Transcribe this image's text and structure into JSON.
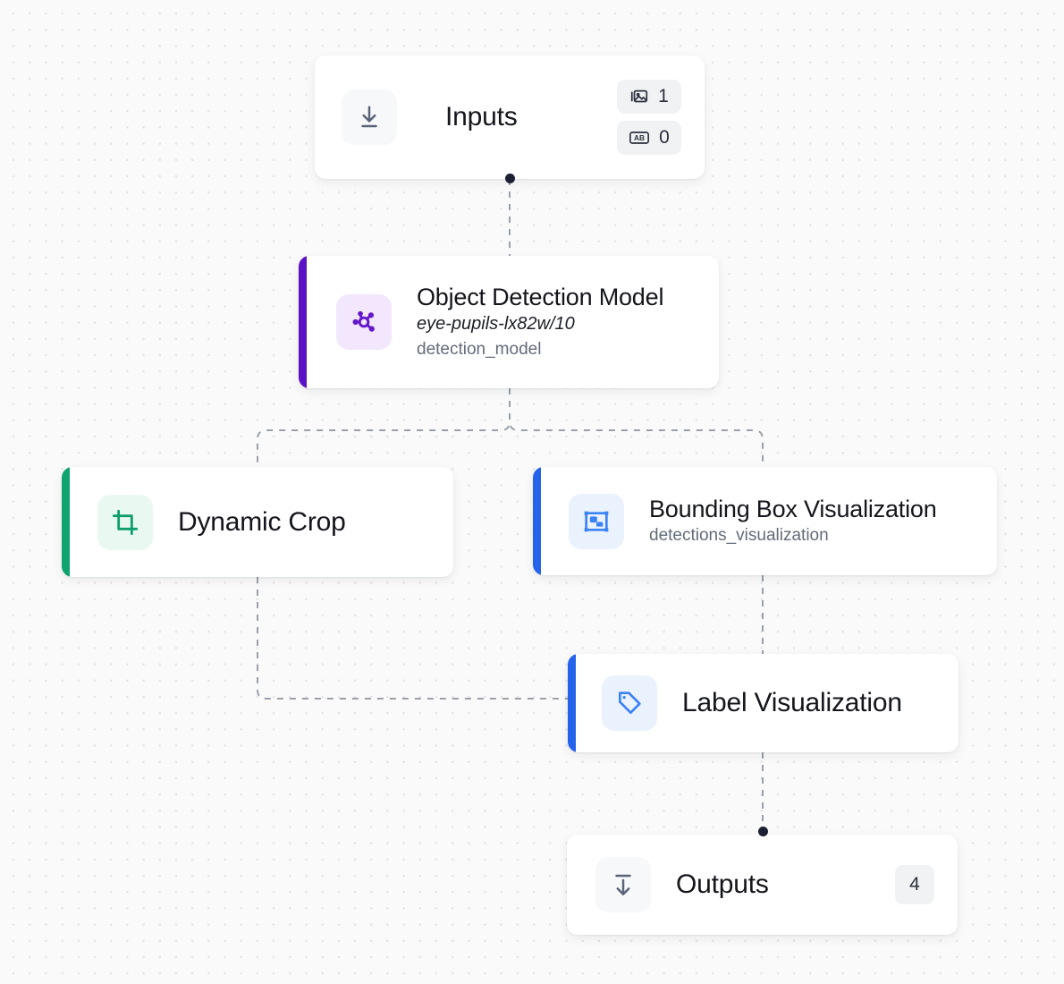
{
  "canvas": {
    "background_color": "#fafafa",
    "dot_color": "#e3e3e6"
  },
  "nodes": [
    {
      "id": "inputs",
      "data_name": "node-inputs",
      "title": "Inputs",
      "icon": "download-icon",
      "icon_color": "#5a6478",
      "icon_bg": "#f7f8fa",
      "accent_color": null,
      "badges": [
        {
          "icon": "image-icon",
          "label": "1"
        },
        {
          "icon": "ab-text-icon",
          "label": "0"
        }
      ]
    },
    {
      "id": "object-detection-model",
      "data_name": "node-object-detection-model",
      "title": "Object Detection Model",
      "subtitle": "eye-pupils-lx82w/10",
      "output_name": "detection_model",
      "icon": "model-hub-icon",
      "icon_color": "#6417c9",
      "icon_bg": "#f3e7fd",
      "accent_color": "#5b12c4"
    },
    {
      "id": "dynamic-crop",
      "data_name": "node-dynamic-crop",
      "title": "Dynamic Crop",
      "icon": "crop-icon",
      "icon_color": "#0f9d6e",
      "icon_bg": "#e9f9f1",
      "accent_color": "#0ea36f"
    },
    {
      "id": "bounding-box-visualization",
      "data_name": "node-bounding-box-visualization",
      "title": "Bounding Box Visualization",
      "output_name": "detections_visualization",
      "icon": "bounding-box-icon",
      "icon_color": "#3b82f6",
      "icon_bg": "#eaf2fe",
      "accent_color": "#2563eb"
    },
    {
      "id": "label-visualization",
      "data_name": "node-label-visualization",
      "title": "Label Visualization",
      "icon": "tag-icon",
      "icon_color": "#3b82f6",
      "icon_bg": "#eaf2fe",
      "accent_color": "#2563eb"
    },
    {
      "id": "outputs",
      "data_name": "node-outputs",
      "title": "Outputs",
      "icon": "upload-line-icon",
      "icon_color": "#5a6478",
      "icon_bg": "#f7f8fa",
      "accent_color": null,
      "badge": "4"
    }
  ],
  "edges": {
    "style": "dashed",
    "color": "#9aa0ab",
    "port_color": "#1c2033"
  }
}
